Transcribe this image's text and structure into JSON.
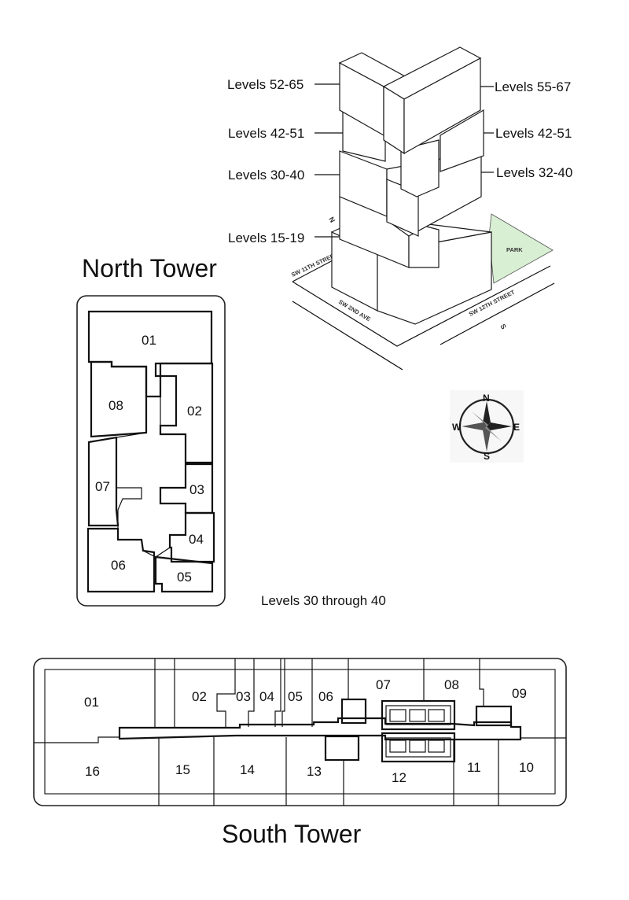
{
  "axon": {
    "levels_left": [
      "Levels 52-65",
      "Levels 42-51",
      "Levels 30-40",
      "Levels 15-19"
    ],
    "levels_right": [
      "Levels 55-67",
      "Levels 42-51",
      "Levels 32-40"
    ],
    "streets": {
      "sw11": "SW 11TH STREET",
      "sw2": "SW 2ND AVE",
      "sw12": "SW 12TH STREET",
      "park": "PARK"
    },
    "north_marker": "N",
    "south_marker": "S",
    "park_color": "#d8efd3"
  },
  "compass": {
    "n": "N",
    "e": "E",
    "s": "S",
    "w": "W"
  },
  "north_tower": {
    "title": "North Tower",
    "units": [
      "01",
      "02",
      "03",
      "04",
      "05",
      "06",
      "07",
      "08"
    ]
  },
  "levels_note": "Levels 30 through 40",
  "south_tower": {
    "title": "South Tower",
    "units": [
      "01",
      "02",
      "03",
      "04",
      "05",
      "06",
      "07",
      "08",
      "09",
      "10",
      "11",
      "12",
      "13",
      "14",
      "15",
      "16"
    ]
  }
}
